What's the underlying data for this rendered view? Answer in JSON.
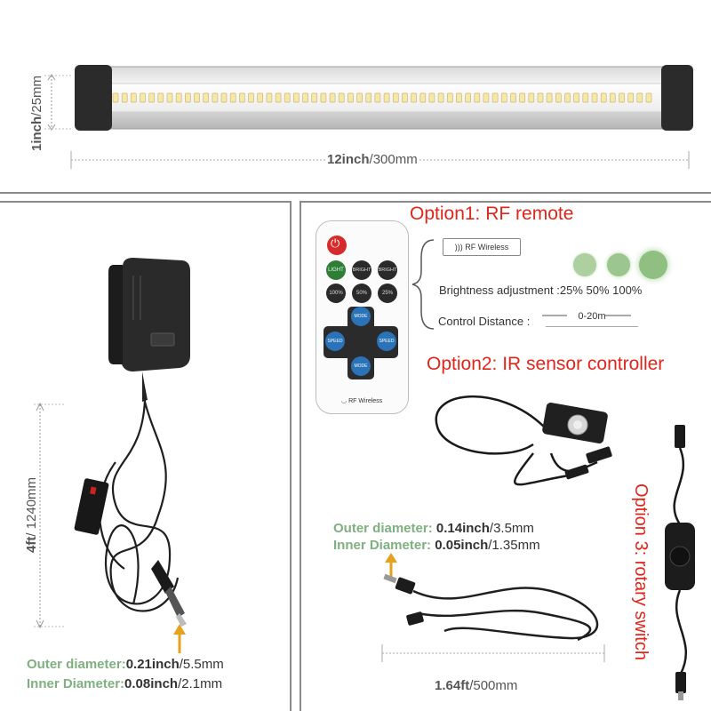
{
  "top": {
    "height_label_bold": "1inch",
    "height_label_rest": "/25mm",
    "length_label_bold": "12inch",
    "length_label_rest": "/300mm"
  },
  "adapter": {
    "cable_length_bold": "4ft",
    "cable_length_rest": "/ 1240mm",
    "outer_key": "Outer diameter:",
    "outer_bold": "0.21inch",
    "outer_rest": "/5.5mm",
    "inner_key": "Inner Diameter:",
    "inner_bold": "0.08inch",
    "inner_rest": "/2.1mm"
  },
  "option1": {
    "title": "Option1: RF remote",
    "wireless_label": "RF Wireless",
    "brightness_label": "Brightness adjustment :",
    "brightness_levels": "25% 50% 100%",
    "distance_label": "Control Distance :",
    "distance_value": "0-20m"
  },
  "remote": {
    "buttons": {
      "light": "LIGHT",
      "bright_up": "BRIGHT",
      "bright_down": "BRIGHT",
      "p100": "100%",
      "p50": "50%",
      "p25": "25%",
      "mode_top": "MODE",
      "speed_left": "SPEED",
      "speed_right": "SPEED",
      "mode_bottom": "MODE"
    },
    "footer": "RF Wireless"
  },
  "option2": {
    "title": "Option2: IR sensor controller"
  },
  "extension": {
    "outer_key": "Outer diameter:",
    "outer_bold": "0.14inch",
    "outer_rest": "/3.5mm",
    "inner_key": "Inner Diameter:",
    "inner_bold": "0.05inch",
    "inner_rest": "/1.35mm",
    "length_bold": "1.64ft",
    "length_rest": "/500mm"
  },
  "option3": {
    "title": "Option 3: rotary switch"
  },
  "colors": {
    "frame": "#8a8a8a",
    "red_title": "#e0261b",
    "green_key": "#7fb07f",
    "glow": "#9cc68f"
  }
}
